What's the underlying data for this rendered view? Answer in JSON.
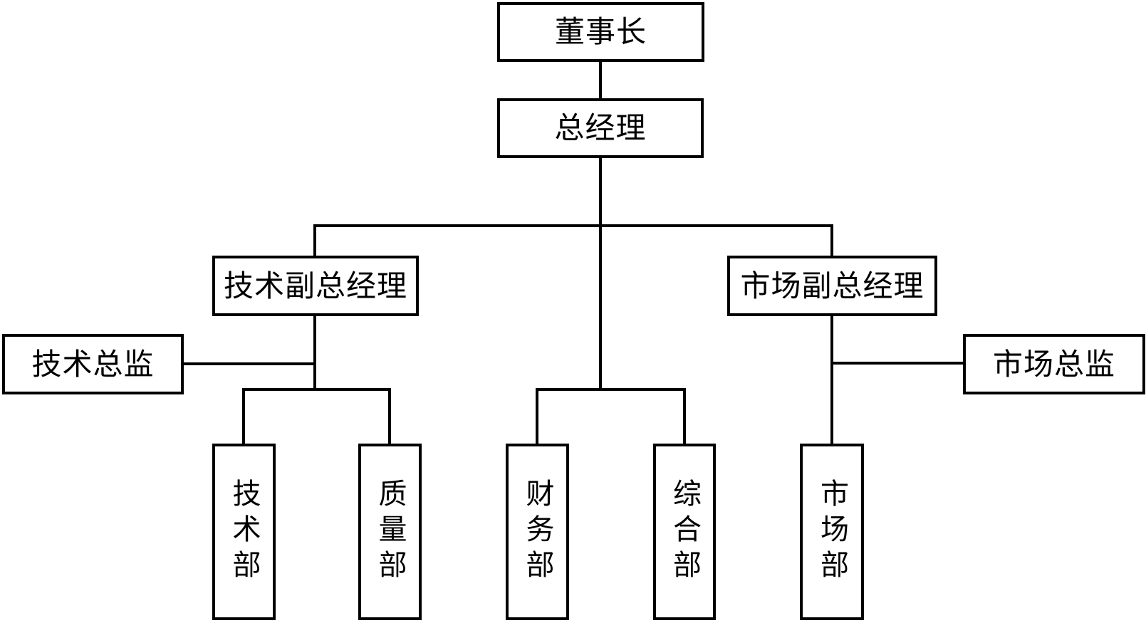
{
  "diagram": {
    "kind": "organization-chart",
    "colors": {
      "line": "#000000",
      "background": "#ffffff",
      "text": "#000000"
    }
  },
  "nodes": [
    {
      "id": "chairman",
      "label": "董事长",
      "orientation": "horizontal"
    },
    {
      "id": "general-manager",
      "label": "总经理",
      "orientation": "horizontal"
    },
    {
      "id": "tech-vice-gm",
      "label": "技术副总经理",
      "orientation": "horizontal"
    },
    {
      "id": "market-vice-gm",
      "label": "市场副总经理",
      "orientation": "horizontal"
    },
    {
      "id": "tech-director",
      "label": "技术总监",
      "orientation": "horizontal"
    },
    {
      "id": "market-director",
      "label": "市场总监",
      "orientation": "horizontal"
    },
    {
      "id": "tech-dept",
      "label": "技术部",
      "orientation": "vertical"
    },
    {
      "id": "quality-dept",
      "label": "质量部",
      "orientation": "vertical"
    },
    {
      "id": "finance-dept",
      "label": "财务部",
      "orientation": "vertical"
    },
    {
      "id": "general-dept",
      "label": "综合部",
      "orientation": "vertical"
    },
    {
      "id": "market-dept",
      "label": "市场部",
      "orientation": "vertical"
    }
  ],
  "edges": [
    {
      "from": "董事长",
      "to": "总经理"
    },
    {
      "from": "总经理",
      "to": "技术副总经理"
    },
    {
      "from": "总经理",
      "to": "财务部"
    },
    {
      "from": "总经理",
      "to": "综合部"
    },
    {
      "from": "总经理",
      "to": "市场副总经理"
    },
    {
      "from": "技术副总经理",
      "to": "技术总监"
    },
    {
      "from": "技术副总经理",
      "to": "技术部"
    },
    {
      "from": "技术副总经理",
      "to": "质量部"
    },
    {
      "from": "市场副总经理",
      "to": "市场总监"
    },
    {
      "from": "市场副总经理",
      "to": "市场部"
    }
  ]
}
